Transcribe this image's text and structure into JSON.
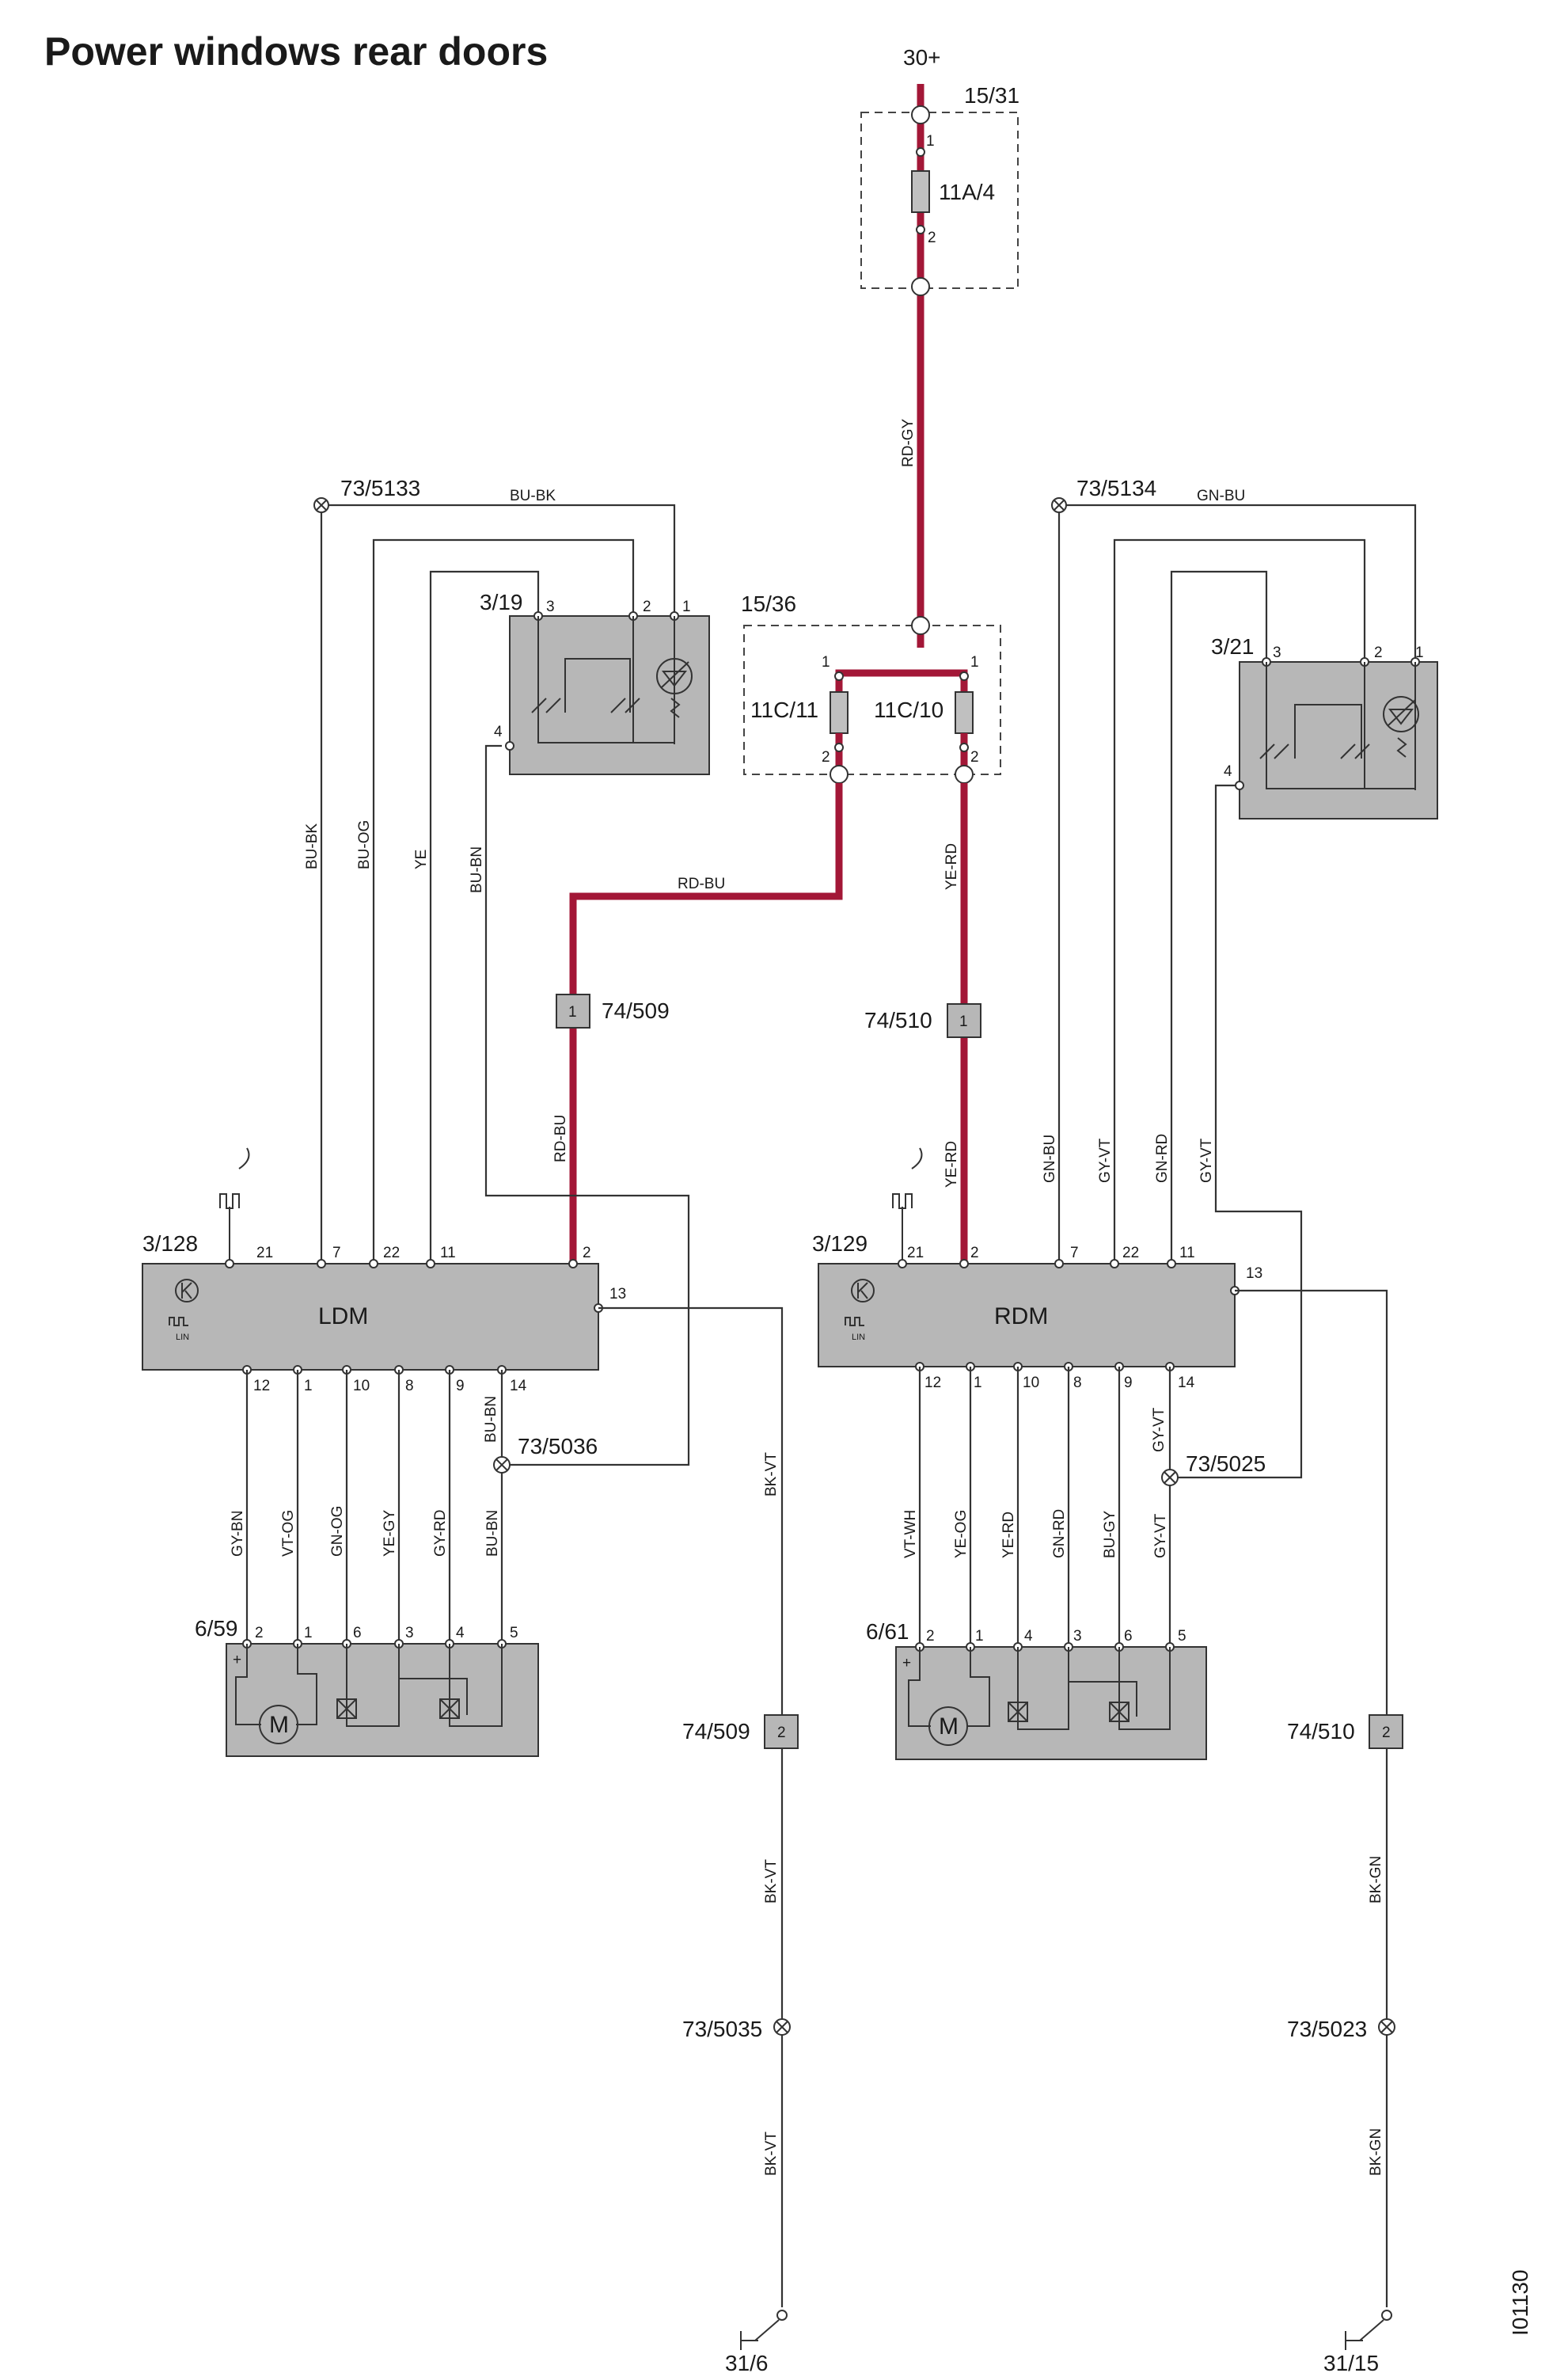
{
  "title": "Power windows rear doors",
  "figure_id": "I01130",
  "supply": {
    "label": "30+",
    "box": "15/31",
    "fuse": "11A/4",
    "pin1": "1",
    "pin2": "2",
    "wire": "RD-GY"
  },
  "fusebox": {
    "label": "15/36",
    "fuse_left": "11C/11",
    "fuse_right": "11C/10",
    "pin1": "1",
    "pin2": "2"
  },
  "feeds": {
    "left_wire": "RD-BU",
    "right_wire": "YE-RD",
    "left_conn": "74/509",
    "right_conn": "74/510",
    "conn_pin1": "1",
    "conn_pin2": "2"
  },
  "left": {
    "splice_top": "73/5133",
    "splice_top_wire": "BU-BK",
    "switch": "3/19",
    "switch_pins": [
      "3",
      "2",
      "1",
      "4"
    ],
    "wires_top": [
      "BU-BK",
      "BU-OG",
      "YE",
      "BU-BN"
    ],
    "module": "3/128",
    "module_name": "LDM",
    "lin": "LIN",
    "top_pins": [
      "21",
      "7",
      "22",
      "11",
      "2"
    ],
    "pin13": "13",
    "bottom_pins": [
      "12",
      "1",
      "10",
      "8",
      "9",
      "14"
    ],
    "splice_mid": "73/5036",
    "splice_mid_wire": "BU-BN",
    "motor_wires": [
      "GY-BN",
      "VT-OG",
      "GN-OG",
      "YE-GY",
      "GY-RD",
      "BU-BN"
    ],
    "motor": "6/59",
    "motor_pins": [
      "2",
      "1",
      "6",
      "3",
      "4",
      "5"
    ],
    "ground_conn": "74/509",
    "ground_wire": "BK-VT",
    "ground_splice": "73/5035",
    "ground": "31/6"
  },
  "right": {
    "splice_top": "73/5134",
    "splice_top_wire": "GN-BU",
    "switch": "3/21",
    "switch_pins": [
      "3",
      "2",
      "1",
      "4"
    ],
    "wires_top": [
      "GN-BU",
      "GY-VT",
      "GN-RD",
      "GY-VT"
    ],
    "module": "3/129",
    "module_name": "RDM",
    "lin": "LIN",
    "top_pins": [
      "21",
      "2",
      "7",
      "22",
      "11"
    ],
    "pin13": "13",
    "bottom_pins": [
      "12",
      "1",
      "10",
      "8",
      "9",
      "14"
    ],
    "splice_mid": "73/5025",
    "splice_mid_wire": "GY-VT",
    "motor_wires": [
      "VT-WH",
      "YE-OG",
      "YE-RD",
      "GN-RD",
      "BU-GY",
      "GY-VT"
    ],
    "motor": "6/61",
    "motor_pins": [
      "2",
      "1",
      "4",
      "3",
      "6",
      "5"
    ],
    "ground_conn": "74/510",
    "ground_wire": "BK-GN",
    "ground_splice": "73/5023",
    "ground": "31/15"
  },
  "motor_symbol": "M",
  "plus_symbol": "+"
}
